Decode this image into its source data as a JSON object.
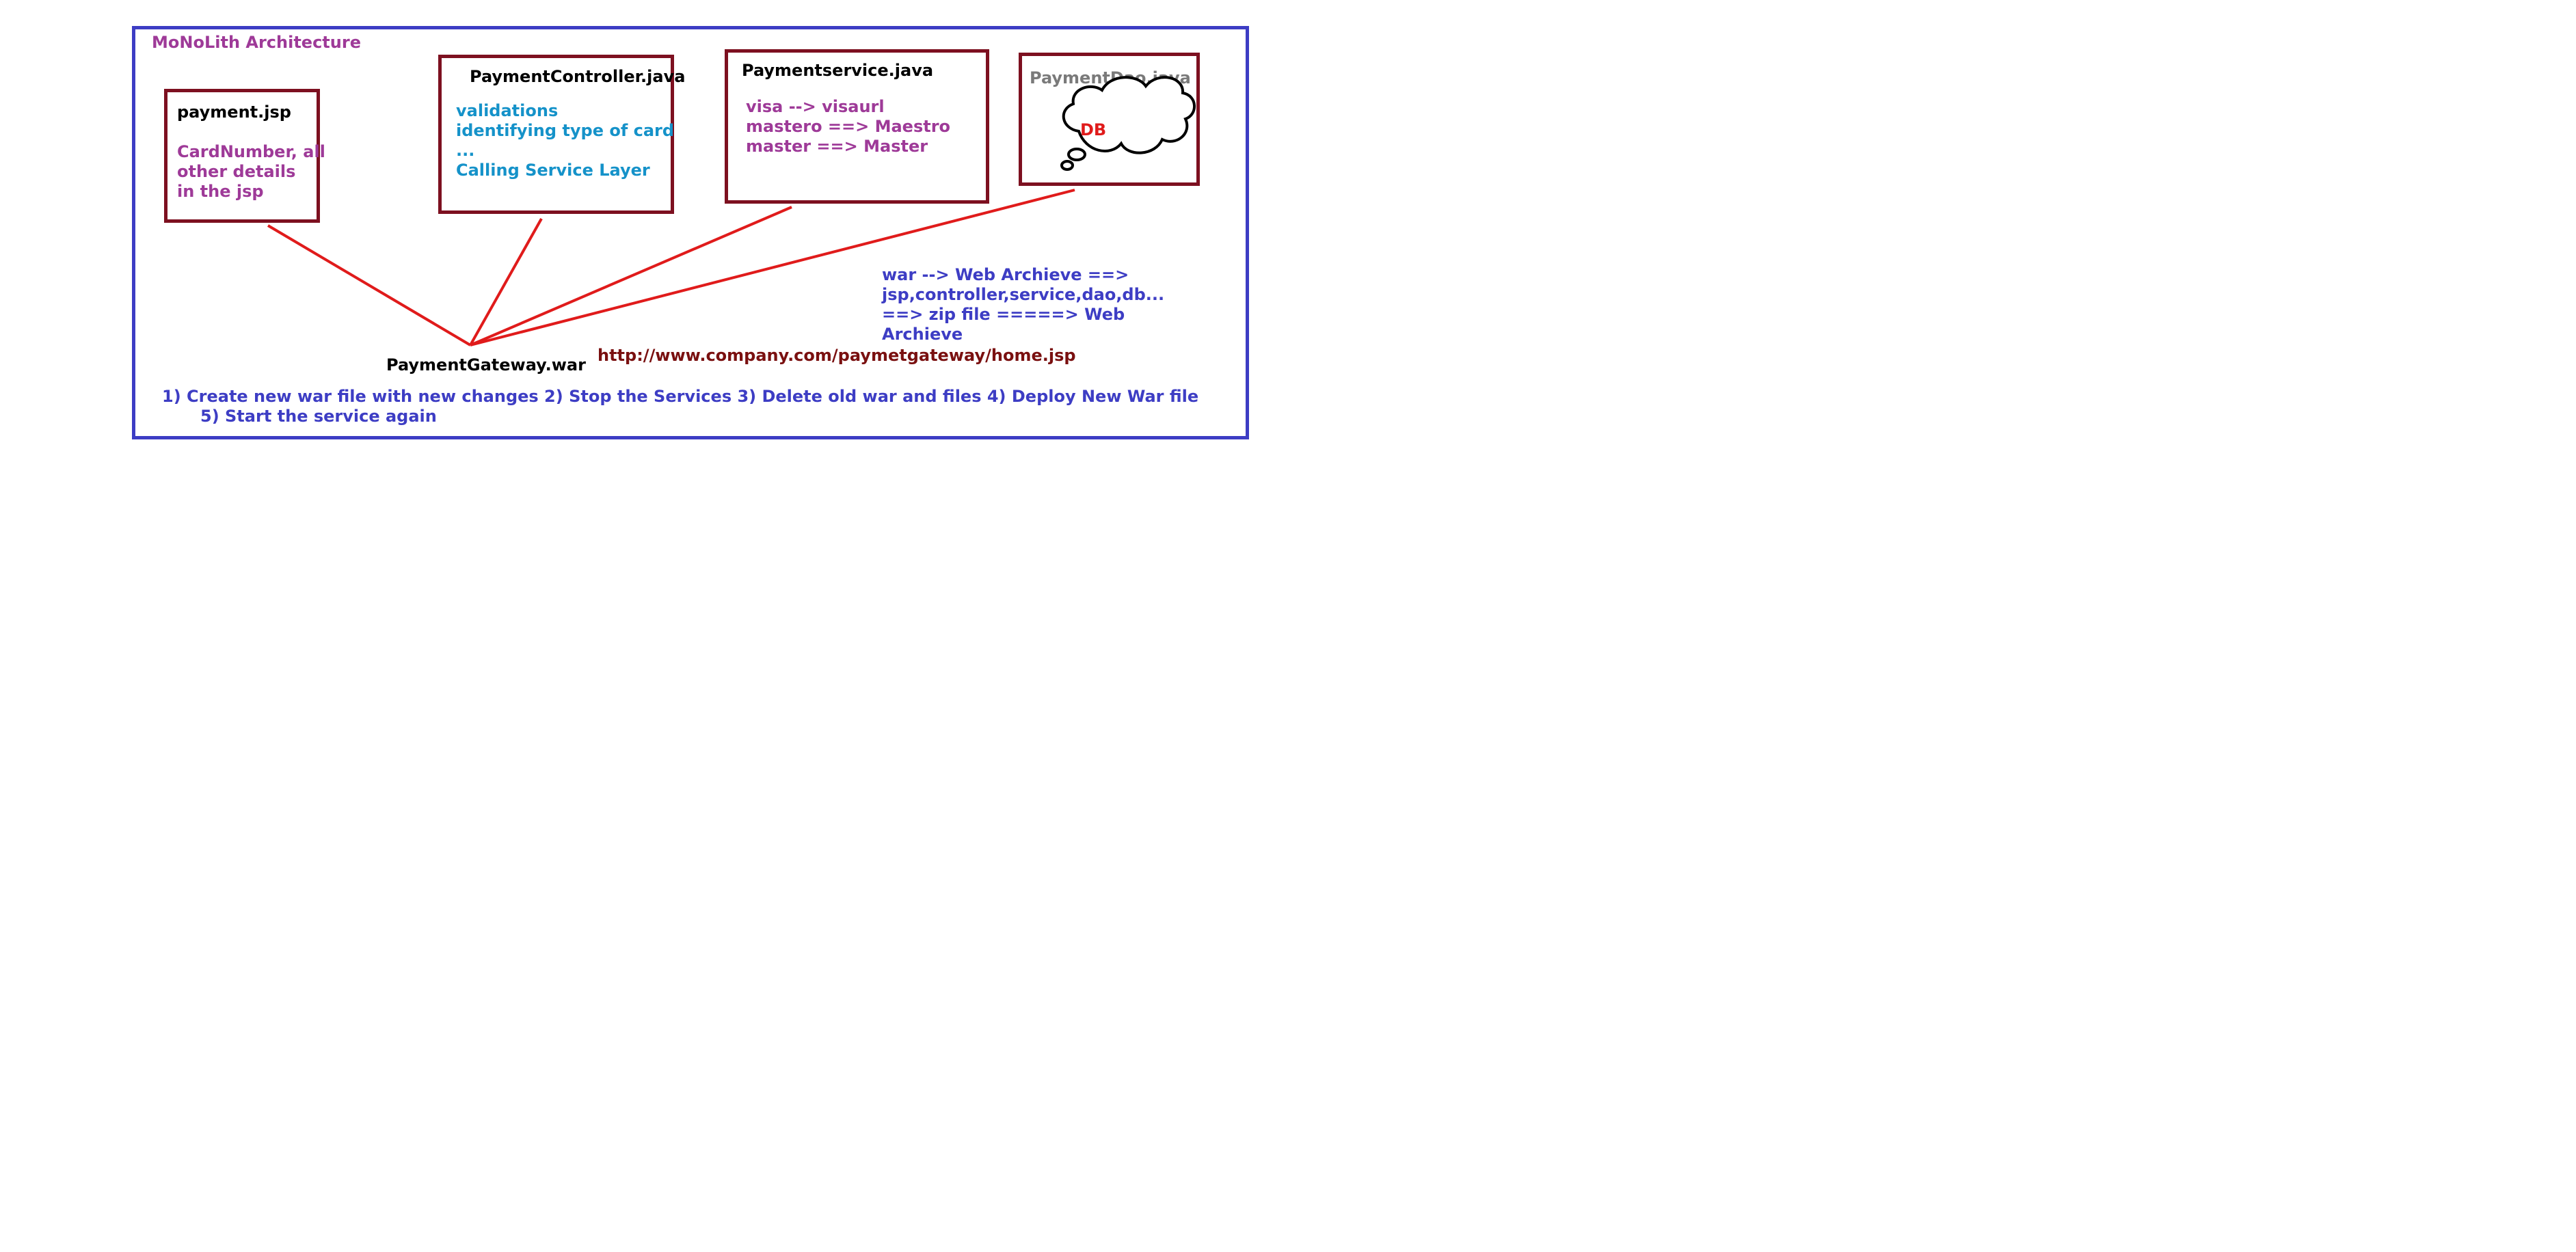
{
  "diagram": {
    "title": "MoNoLith Architecture",
    "payment_jsp": {
      "title": "payment.jsp",
      "desc": [
        "CardNumber, all",
        "other details",
        "in the jsp"
      ]
    },
    "payment_controller": {
      "title": "PaymentController.java",
      "lines": [
        "validations",
        "identifying type of card",
        "...",
        "Calling Service Layer"
      ]
    },
    "payment_service": {
      "title": "Paymentservice.java",
      "lines": [
        "visa --> visaurl",
        "mastero ==> Maestro",
        "master ==> Master"
      ]
    },
    "payment_dao": {
      "title": "PaymentDao.java",
      "db_label": "DB"
    },
    "war_label": "PaymentGateway.war",
    "war_note": [
      "war --> Web Archieve ==>",
      "jsp,controller,service,dao,db...",
      "==> zip file =====> Web",
      "Archieve"
    ],
    "url": "http://www.company.com/paymetgateway/home.jsp",
    "steps": [
      "1) Create new war file with new changes 2) Stop the Services 3) Delete old war and files 4) Deploy New War file",
      "5) Start the service again"
    ],
    "colors": {
      "frame": "#3d3dc4",
      "box_border": "#7d1020",
      "connector": "#e01b1b",
      "title_purple": "#9e3a98",
      "controller_text": "#1592c9",
      "url": "#7a1010"
    }
  }
}
